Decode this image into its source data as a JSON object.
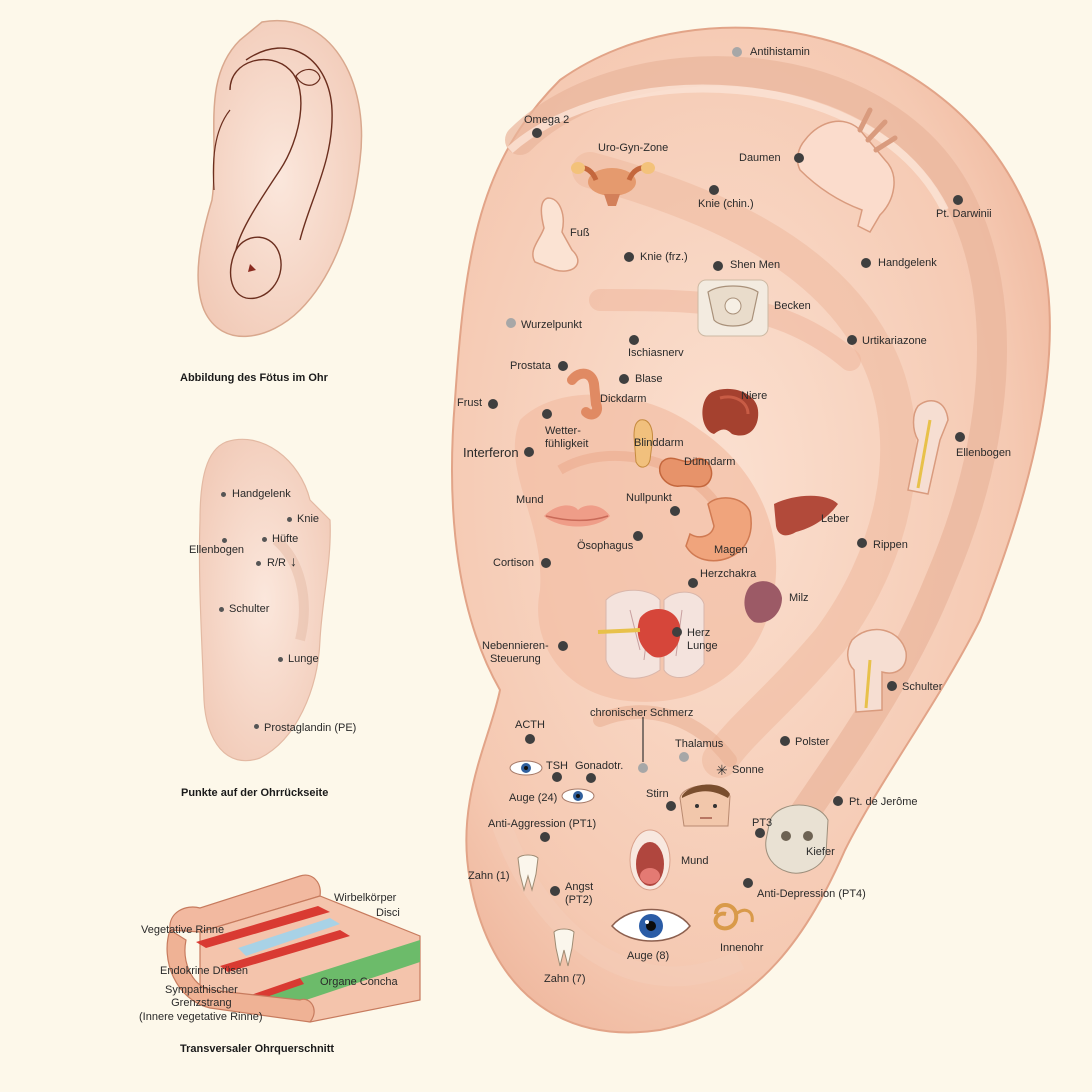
{
  "captions": {
    "fetus": "Abbildung des Fötus im Ohr",
    "back": "Punkte auf der Ohrrückseite",
    "cross": "Transversaler Ohrquerschnitt"
  },
  "main": {
    "antihistamin": "Antihistamin",
    "omega2": "Omega 2",
    "urogyn": "Uro-Gyn-Zone",
    "daumen": "Daumen",
    "knie_chin": "Knie (chin.)",
    "darwinii": "Pt. Darwinii",
    "fuss": "Fuß",
    "knie_frz": "Knie (frz.)",
    "shenmen": "Shen Men",
    "handgelenk": "Handgelenk",
    "becken": "Becken",
    "wurzelpunkt": "Wurzelpunkt",
    "ischiasnerv": "Ischiasnerv",
    "urtikariazone": "Urtikariazone",
    "prostata": "Prostata",
    "blase": "Blase",
    "frust": "Frust",
    "dickdarm": "Dickdarm",
    "niere": "Niere",
    "wetter": "Wetter-\nfühligkeit",
    "blinddarm": "Blinddarm",
    "interferon": "Interferon",
    "duenndarm": "Dünndarm",
    "ellenbogen": "Ellenbogen",
    "mund1": "Mund",
    "nullpunkt": "Nullpunkt",
    "leber": "Leber",
    "oesophagus": "Ösophagus",
    "magen": "Magen",
    "rippen": "Rippen",
    "cortison": "Cortison",
    "herzchakra": "Herzchakra",
    "milz": "Milz",
    "herz": "Herz",
    "lunge": "Lunge",
    "nebennieren": "Nebennieren-\nSteuerung",
    "schulter": "Schulter",
    "chron": "chronischer Schmerz",
    "acth": "ACTH",
    "thalamus": "Thalamus",
    "polster": "Polster",
    "tsh": "TSH",
    "gonadotr": "Gonadotr.",
    "sonne": "Sonne",
    "auge24": "Auge (24)",
    "stirn": "Stirn",
    "jerome": "Pt. de Jerôme",
    "antiaggr": "Anti-Aggression (PT1)",
    "pt3": "PT3",
    "kiefer": "Kiefer",
    "mund2": "Mund",
    "zahn1": "Zahn (1)",
    "angst": "Angst\n(PT2)",
    "antidep": "Anti-Depression (PT4)",
    "innenohr": "Innenohr",
    "auge8": "Auge (8)",
    "zahn7": "Zahn (7)"
  },
  "back": {
    "handgelenk": "Handgelenk",
    "knie": "Knie",
    "ellenbogen": "Ellenbogen",
    "huefte": "Hüfte",
    "rr": "R/R",
    "schulter": "Schulter",
    "lunge": "Lunge",
    "prostaglandin": "Prostaglandin (PE)"
  },
  "cross": {
    "wirbel": "Wirbelkörper",
    "disci": "Disci",
    "vegetative": "Vegetative Rinne",
    "endokrine": "Endokrine Drüsen",
    "sympathischer": "Sympathischer\nGrenzstrang",
    "innere": "(Innere vegetative Rinne)",
    "organe": "Organe Concha"
  },
  "colors": {
    "background": "#fdf8ea",
    "skin": "#f4c7ae",
    "skin_light": "#fbe1d2",
    "point": "#3f3f3f",
    "point_grey": "#a7a7a7",
    "stripe_red": "#d93a32",
    "stripe_blue": "#a8d2e6",
    "stripe_green": "#6cbb6a"
  }
}
